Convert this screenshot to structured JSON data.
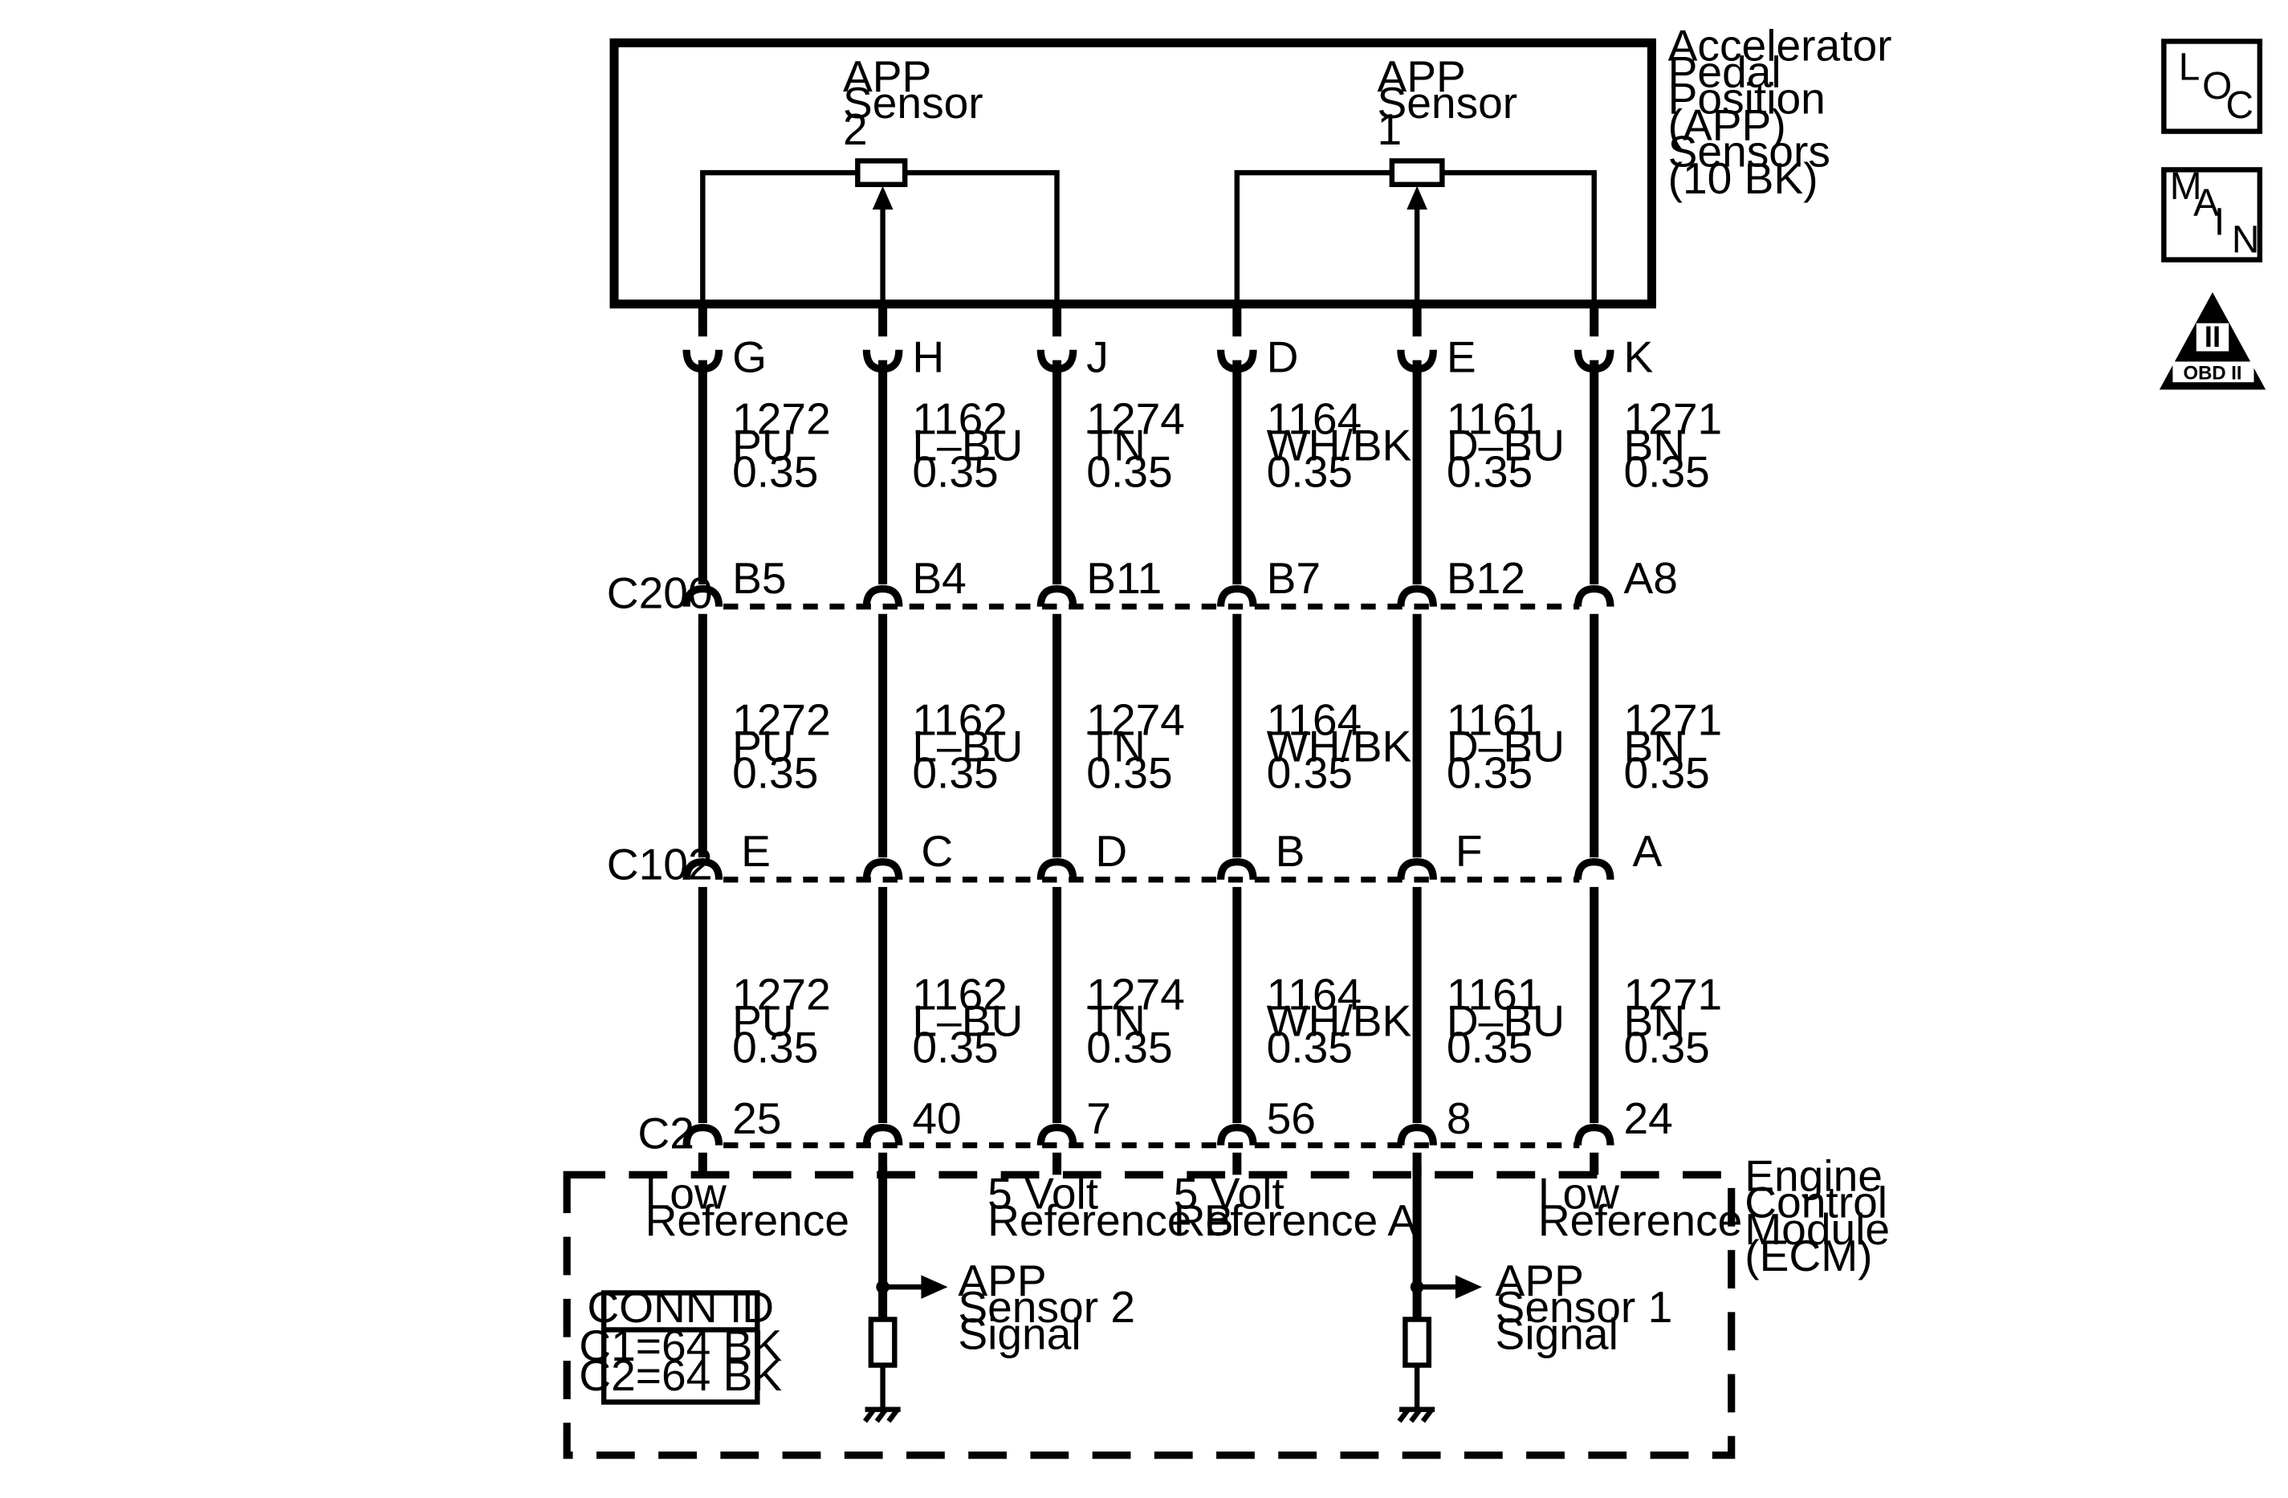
{
  "module": {
    "name_lines": [
      "Accelerator",
      "Pedal",
      "Position",
      "(APP)",
      "Sensors",
      "(10 BK)"
    ],
    "sensor2_lines": [
      "APP",
      "Sensor",
      "2"
    ],
    "sensor1_lines": [
      "APP",
      "Sensor",
      "1"
    ]
  },
  "columns": [
    {
      "top_pin": "G",
      "c200_pin": "B5",
      "c102_pin": "E",
      "c2_pin": "25",
      "circuit": "1272",
      "color": "PU",
      "gauge": "0.35"
    },
    {
      "top_pin": "H",
      "c200_pin": "B4",
      "c102_pin": "C",
      "c2_pin": "40",
      "circuit": "1162",
      "color": "L–BU",
      "gauge": "0.35"
    },
    {
      "top_pin": "J",
      "c200_pin": "B11",
      "c102_pin": "D",
      "c2_pin": "7",
      "circuit": "1274",
      "color": "TN",
      "gauge": "0.35"
    },
    {
      "top_pin": "D",
      "c200_pin": "B7",
      "c102_pin": "B",
      "c2_pin": "56",
      "circuit": "1164",
      "color": "WH/BK",
      "gauge": "0.35"
    },
    {
      "top_pin": "E",
      "c200_pin": "B12",
      "c102_pin": "F",
      "c2_pin": "8",
      "circuit": "1161",
      "color": "D–BU",
      "gauge": "0.35"
    },
    {
      "top_pin": "K",
      "c200_pin": "A8",
      "c102_pin": "A",
      "c2_pin": "24",
      "circuit": "1271",
      "color": "BN",
      "gauge": "0.35"
    }
  ],
  "connectors": {
    "c200": "C200",
    "c102": "C102",
    "c2": "C2"
  },
  "ecm": {
    "name_lines": [
      "Engine",
      "Control",
      "Module",
      "(ECM)"
    ],
    "low_ref_left": [
      "Low",
      "Reference"
    ],
    "ref_b": [
      "5 Volt",
      "Reference B"
    ],
    "ref_a": [
      "5 Volt",
      "Reference A"
    ],
    "low_ref_right": [
      "Low",
      "Reference"
    ],
    "signal2_lines": [
      "APP",
      "Sensor 2",
      "Signal"
    ],
    "signal1_lines": [
      "APP",
      "Sensor 1",
      "Signal"
    ],
    "conn_id": {
      "title": "CONN ID",
      "rows": [
        "C1=64 BK",
        "C2=64 BK"
      ]
    }
  },
  "icons": {
    "loc": [
      "L",
      "O",
      "C"
    ],
    "main": [
      "M",
      "A",
      "I",
      "N"
    ],
    "obd": {
      "numeral": "II",
      "label": "OBD II"
    }
  }
}
